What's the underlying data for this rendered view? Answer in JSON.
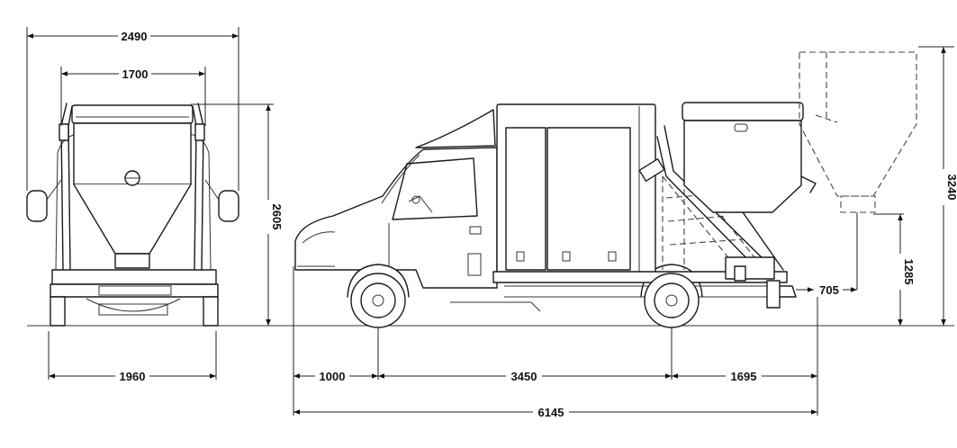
{
  "dimensions": {
    "front_total_width": "2490",
    "front_hopper_width": "1700",
    "front_track_width": "1960",
    "front_height": "2605",
    "front_overhang": "1000",
    "wheelbase": "3450",
    "rear_overhang": "1695",
    "overall_length": "6145",
    "rear_hopper_reach": "705",
    "discharge_height": "1285",
    "max_tipping_height": "3240"
  },
  "colors": {
    "line": "#1a1a1a",
    "background": "#ffffff"
  }
}
